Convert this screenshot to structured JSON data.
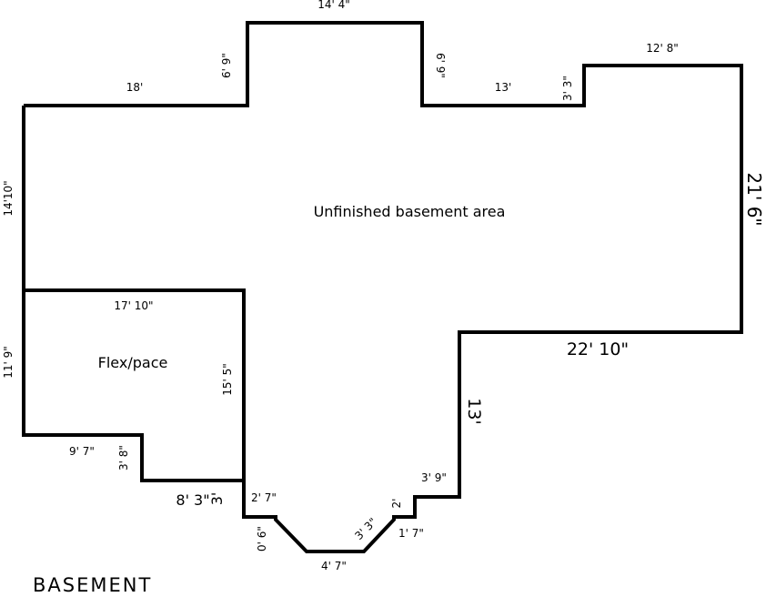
{
  "rooms": {
    "main": "Unfinished basement area",
    "flex": "Flex/pace"
  },
  "floor_label": "BASEMENT",
  "dimensions": {
    "top": "14' 4\"",
    "top_left_wall": "6' 9\"",
    "top_right_wall": "6' 9\"",
    "left_upper_top": "18'",
    "right_mid_top": "13'",
    "right_step": "3' 3\"",
    "far_right_top": "12' 8\"",
    "right_wall": "21' 6\"",
    "left_upper_wall": "14'10\"",
    "right_mid_bottom": "22' 10\"",
    "flex_top": "17' 10\"",
    "flex_left": "11' 9\"",
    "flex_right": "15' 5\"",
    "flex_bottom": "9' 7\"",
    "flex_step": "3' 8\"",
    "bottom_left": "8' 3\"",
    "bottom_left_step": "3'",
    "right_lower_wall": "13'",
    "stair_a": "3' 9\"",
    "stair_b": "2'",
    "bay_right_small": "1' 7\"",
    "bay_right_diag": "3' 3\"",
    "bay_bottom": "4' 7\"",
    "bay_left_small": "0' 6\"",
    "bay_left_top": "2' 7\""
  }
}
